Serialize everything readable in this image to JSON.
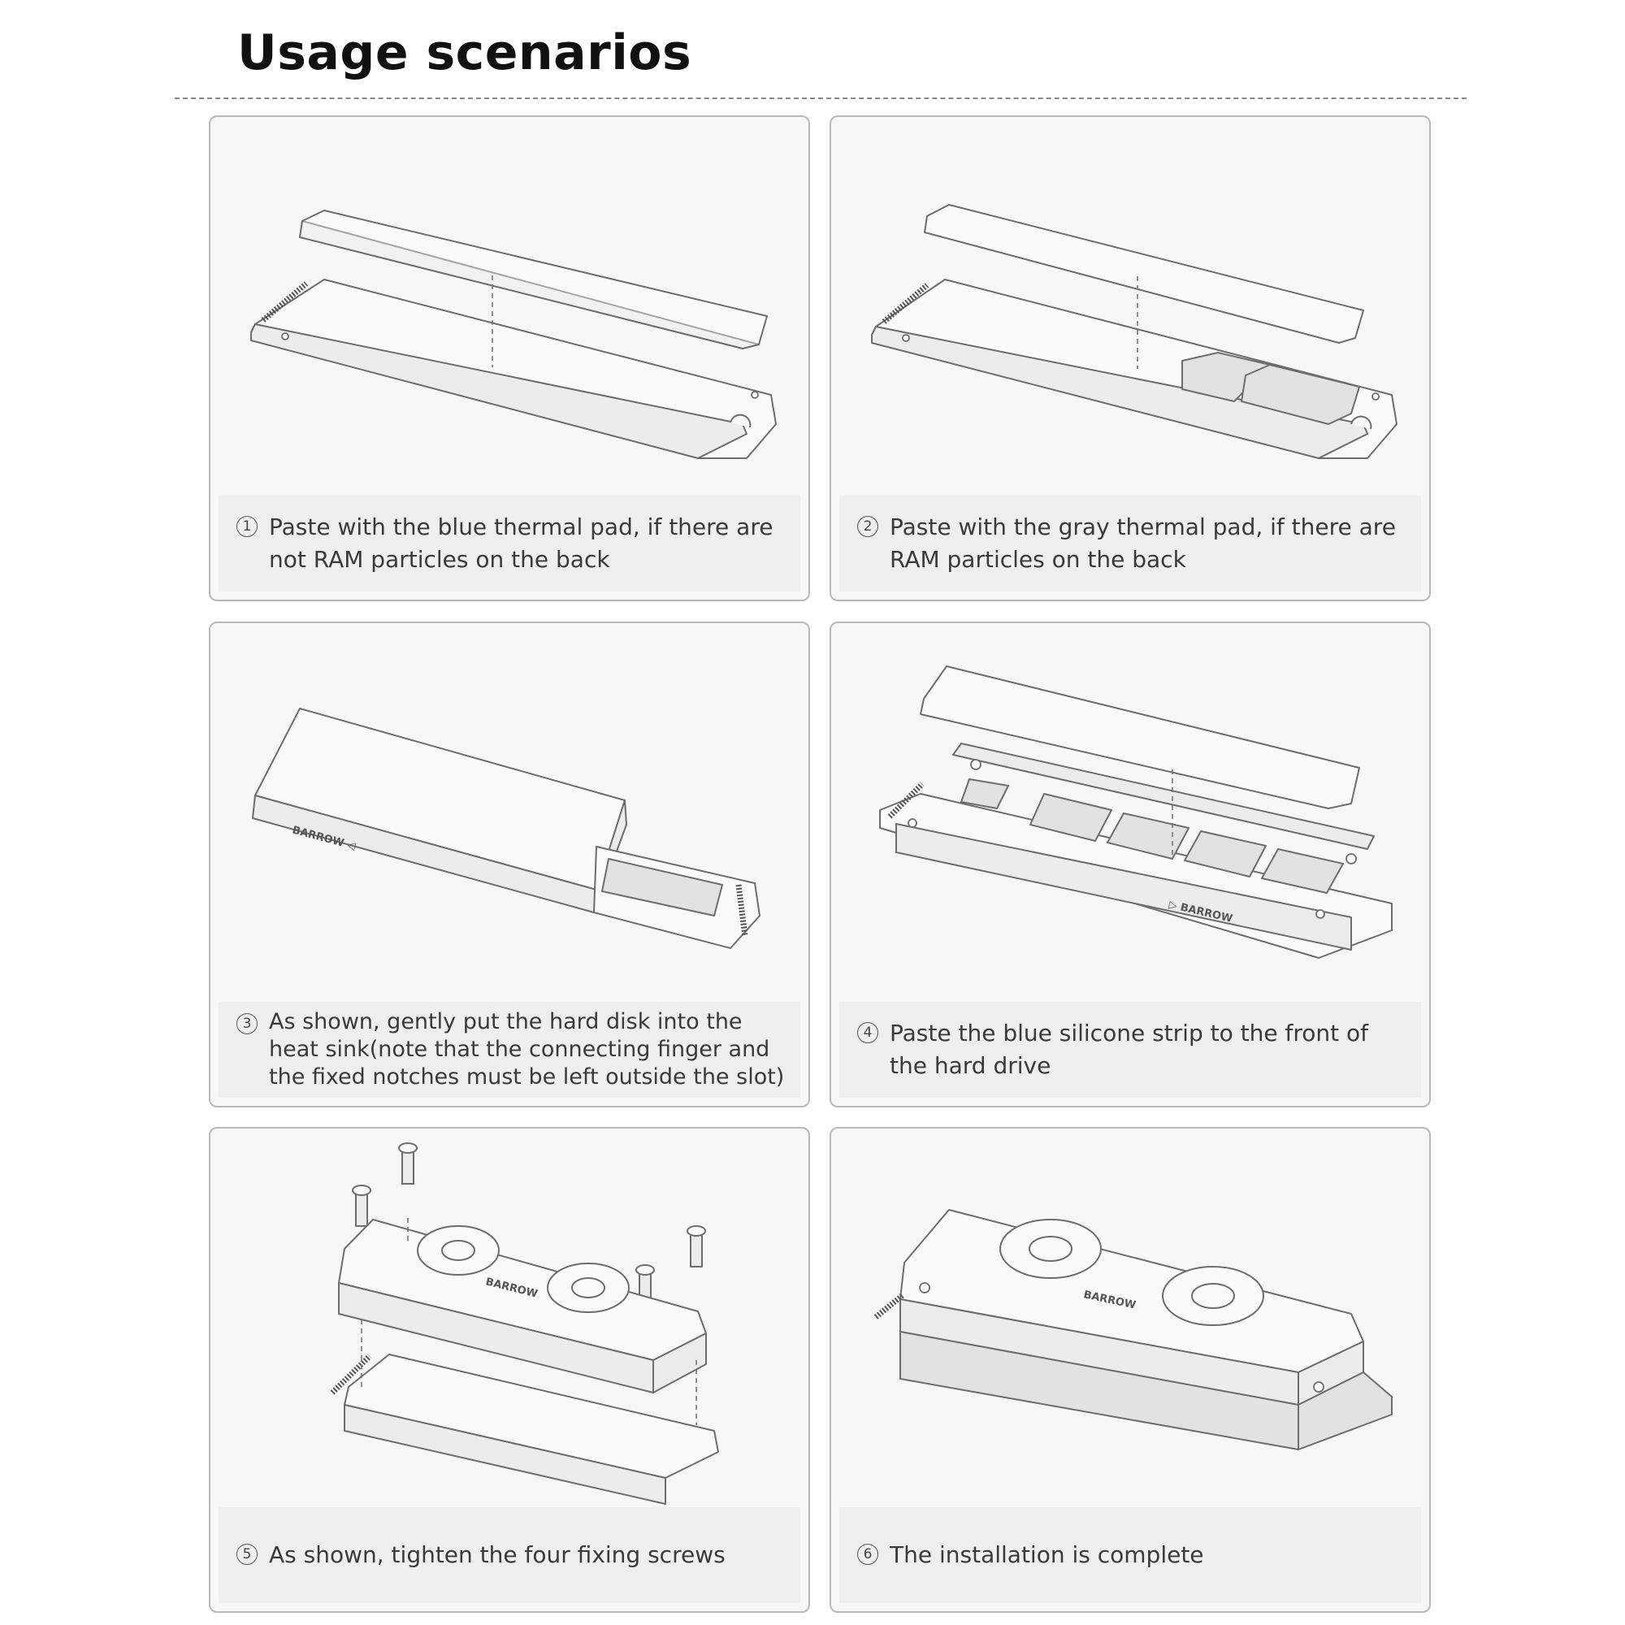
{
  "page": {
    "title": "Usage scenarios"
  },
  "steps": [
    {
      "num": "1",
      "text": "Paste with the blue thermal pad, if there are not RAM particles on the back"
    },
    {
      "num": "2",
      "text": "Paste with the gray thermal pad, if there are RAM particles on the back"
    },
    {
      "num": "3",
      "text": "As shown, gently put the hard disk into the heat sink(note that the connecting finger and the fixed notches must be left outside the slot)"
    },
    {
      "num": "4",
      "text": "Paste the blue silicone strip to the front of the hard drive"
    },
    {
      "num": "5",
      "text": "As shown, tighten the four fixing screws"
    },
    {
      "num": "6",
      "text": "The installation is complete"
    }
  ],
  "icons": {
    "step1": "ssd-thermal-pad-illustration",
    "step2": "ssd-thermal-pad-ram-illustration",
    "step3": "ssd-heatsink-slide-illustration",
    "step4": "heatsink-silicone-strip-illustration",
    "step5": "fixing-screws-illustration",
    "step6": "assembled-fan-heatsink-illustration"
  }
}
